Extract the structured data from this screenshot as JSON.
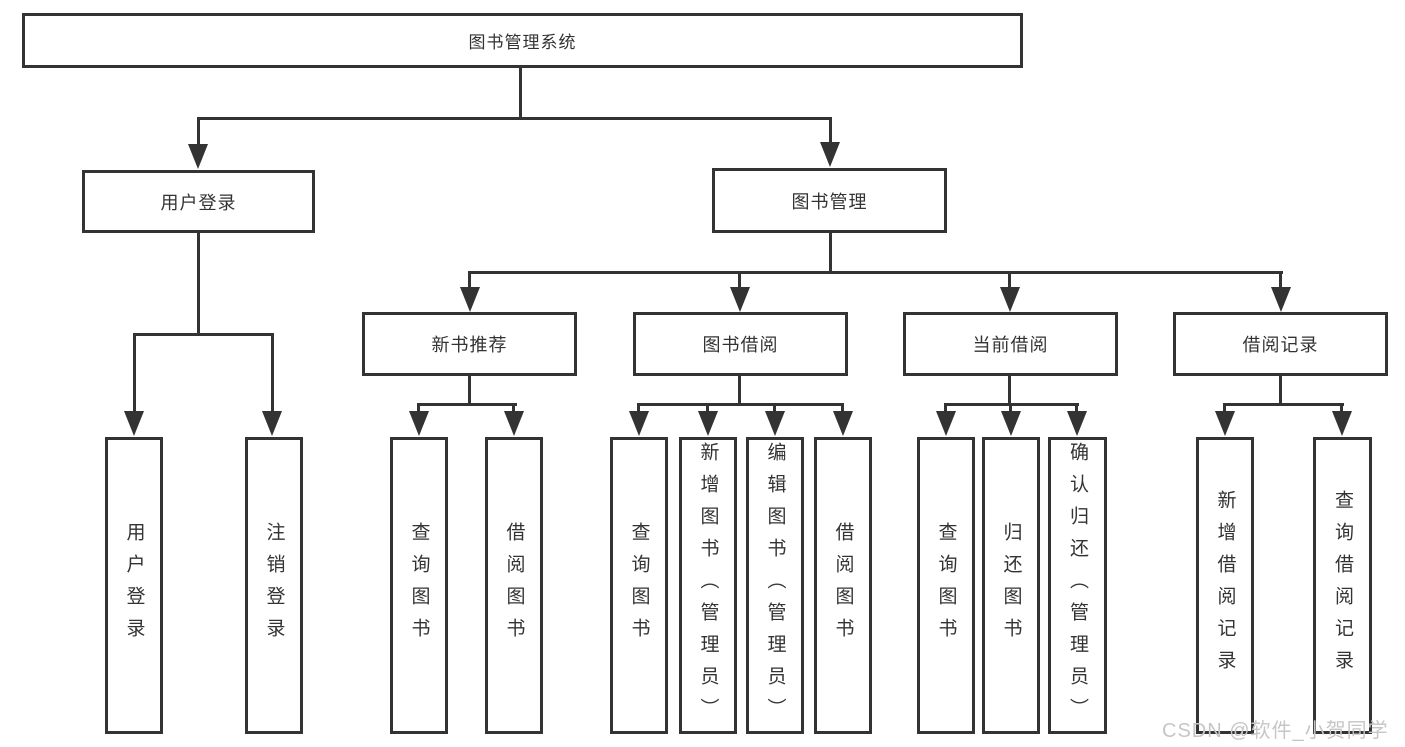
{
  "title": "图书管理系统",
  "nodes": {
    "root": "图书管理系统",
    "level2": {
      "user_login": "用户登录",
      "book_mgmt": "图书管理"
    },
    "level3": {
      "new_book_rec": "新书推荐",
      "book_borrow": "图书借阅",
      "current_borrow": "当前借阅",
      "borrow_records": "借阅记录"
    },
    "level4": {
      "user_login_children": [
        "用户登录",
        "注销登录"
      ],
      "new_book_rec_children": [
        "查询图书",
        "借阅图书"
      ],
      "book_borrow_children": [
        "查询图书",
        "新增图书（管理员）",
        "编辑图书（管理员）",
        "借阅图书"
      ],
      "current_borrow_children": [
        "查询图书",
        "归还图书",
        "确认归还（管理员）"
      ],
      "borrow_records_children": [
        "新增借阅记录",
        "查询借阅记录"
      ]
    }
  },
  "watermark": "CSDN @软件_小贺同学",
  "colors": {
    "line": "#333333",
    "text": "#333333",
    "background": "#ffffff",
    "watermark": "#c6c6c6"
  }
}
